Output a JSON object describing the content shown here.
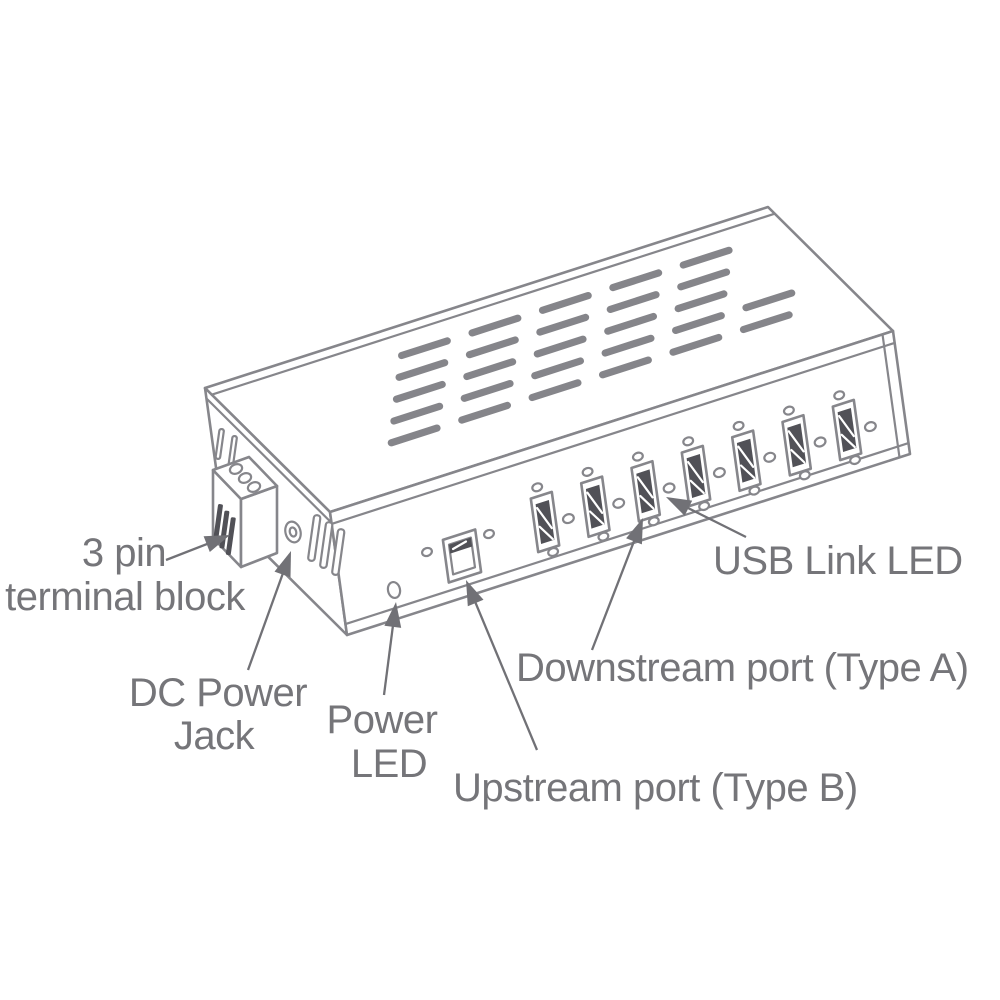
{
  "labels": {
    "terminal_block": [
      "3 pin",
      "terminal block"
    ],
    "dc_power_jack": [
      "DC Power",
      "Jack"
    ],
    "power_led": [
      "Power",
      "LED"
    ],
    "upstream_port": "Upstream port (Type B)",
    "downstream_port": "Downstream port (Type A)",
    "usb_link_led": "USB Link LED"
  },
  "device": {
    "downstream_port_count": 7,
    "terminal_pin_count": 3
  },
  "colors": {
    "background": "#ffffff",
    "outline": "#86868b",
    "vent": "#85858a",
    "dark_detail": "#515157",
    "text": "#757579",
    "leader": "#717176"
  }
}
